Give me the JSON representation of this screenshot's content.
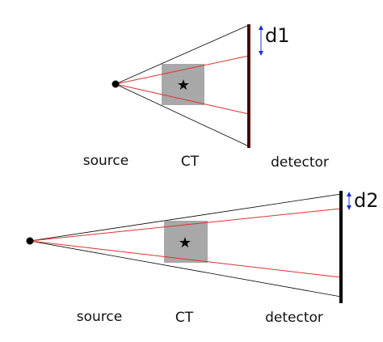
{
  "panels": [
    {
      "labels": {
        "source": "source",
        "ct": "CT",
        "detector": "detector",
        "distance": "d1"
      }
    },
    {
      "labels": {
        "source": "source",
        "ct": "CT",
        "detector": "detector",
        "distance": "d2"
      }
    }
  ],
  "colors": {
    "beam_edge": "#000000",
    "ray": "#e03030",
    "ct_block": "#a8a8a8",
    "detector_top": "#000000",
    "detector_bottom": "#3a0a0a",
    "measure_arrow": "#2030d0",
    "source": "#000000"
  },
  "icons": {
    "target": "star-icon"
  }
}
